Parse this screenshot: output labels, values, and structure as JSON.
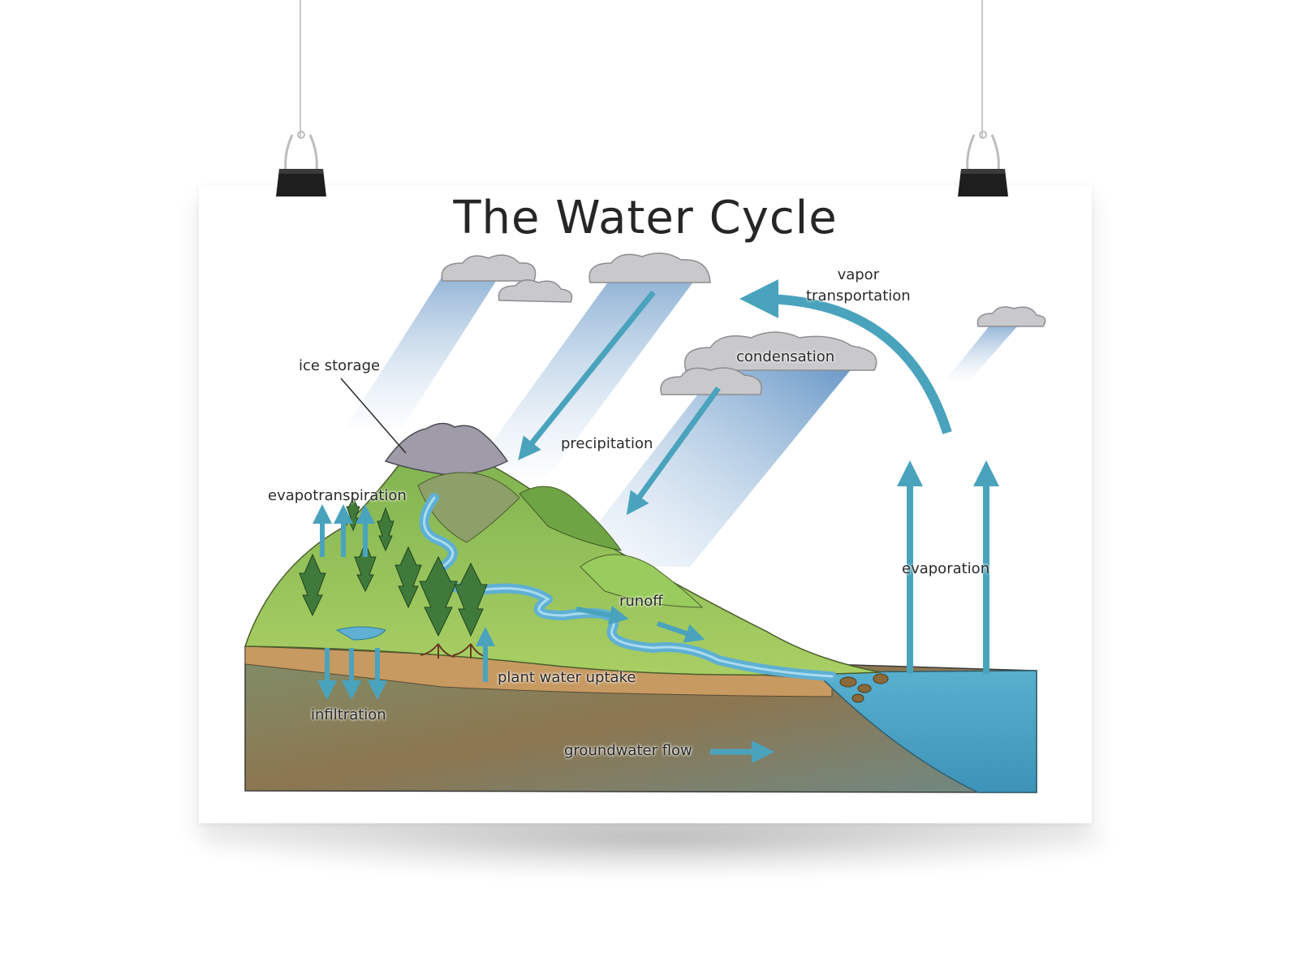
{
  "poster": {
    "title": "The Water Cycle"
  },
  "labels": {
    "vapor_transportation_line1": "vapor",
    "vapor_transportation_line2": "transportation",
    "condensation": "condensation",
    "ice_storage": "ice storage",
    "precipitation": "precipitation",
    "evapotranspiration": "evapotranspiration",
    "evaporation": "evaporation",
    "runoff": "runoff",
    "plant_water_uptake": "plant water uptake",
    "infiltration": "infiltration",
    "groundwater_flow": "groundwater flow"
  },
  "colors": {
    "arrow": "#4aa3bd",
    "arrow_outline": "#2f7f97",
    "water": "#5fb0d3",
    "land_green": "#8fc35a",
    "mountain": "#9a9aa4",
    "soil": "#c49a62",
    "ground": "#8a7d5a",
    "cloud": "#c9c9cc"
  }
}
